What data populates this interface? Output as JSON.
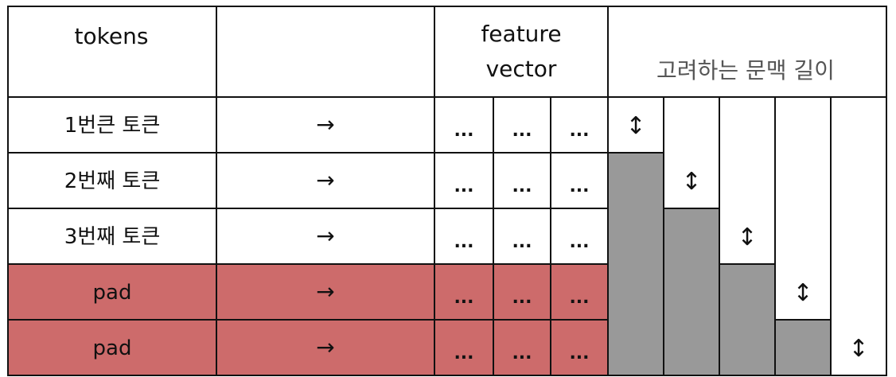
{
  "header": {
    "tokens": "tokens",
    "feature_line1": "feature",
    "feature_line2": "vector",
    "context": "고려하는 문맥 길이"
  },
  "rows": [
    {
      "label": "1번큰 토큰",
      "arrow": "→",
      "features": [
        "...",
        "...",
        "..."
      ],
      "pad": false
    },
    {
      "label": "2번째 토큰",
      "arrow": "→",
      "features": [
        "...",
        "...",
        "..."
      ],
      "pad": false
    },
    {
      "label": "3번째 토큰",
      "arrow": "→",
      "features": [
        "...",
        "...",
        "..."
      ],
      "pad": false
    },
    {
      "label": "pad",
      "arrow": "→",
      "features": [
        "...",
        "...",
        "..."
      ],
      "pad": true
    },
    {
      "label": "pad",
      "arrow": "→",
      "features": [
        "...",
        "...",
        "..."
      ],
      "pad": true
    }
  ],
  "context_columns": [
    {
      "marker": "↕",
      "marker_row": 0
    },
    {
      "marker": "↕",
      "marker_row": 1
    },
    {
      "marker": "↕",
      "marker_row": 2
    },
    {
      "marker": "↕",
      "marker_row": 3
    },
    {
      "marker": "↕",
      "marker_row": 4
    }
  ],
  "colors": {
    "pad_fill": "#cd6b6b",
    "mask_fill": "#999999",
    "border": "#111111",
    "background": "#ffffff",
    "context_text": "#555555"
  }
}
